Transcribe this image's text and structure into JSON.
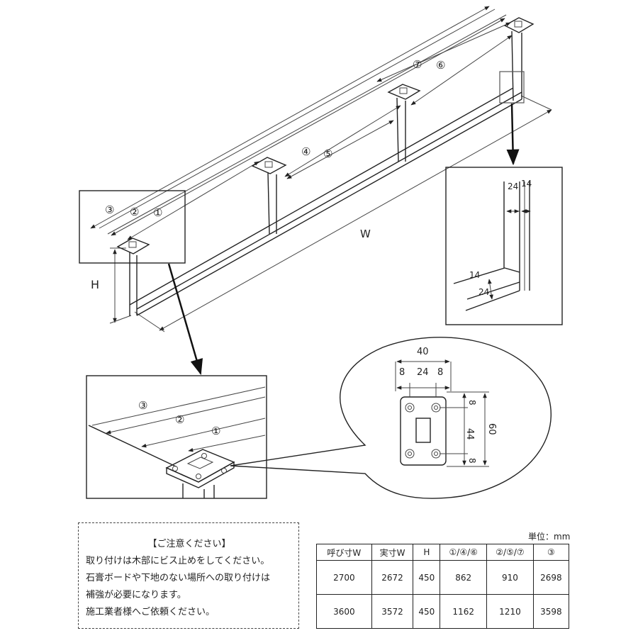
{
  "diagram": {
    "main_labels": {
      "c1": "①",
      "c2": "②",
      "c3": "③",
      "c4": "④",
      "c5": "⑤",
      "c6": "⑥",
      "c7": "⑦",
      "w": "W",
      "h": "H"
    },
    "side_detail": {
      "d24": "24",
      "d14": "14",
      "e14": "14",
      "e24": "24"
    },
    "plate_detail": {
      "w40": "40",
      "w8a": "8",
      "w24": "24",
      "w8b": "8",
      "h8a": "8",
      "h44": "44",
      "h8b": "8",
      "h60": "60"
    },
    "zoom_labels": {
      "c3": "③",
      "c2": "②",
      "c1": "①"
    }
  },
  "notes": {
    "title": "【ご注意ください】",
    "lines": [
      "取り付けは木部にビス止めをしてください。",
      "石膏ボードや下地のない場所への取り付けは",
      "補強が必要になります。",
      "施工業者様へご依頼ください。"
    ]
  },
  "unit_label": "単位：mm",
  "table": {
    "headers": [
      "呼び寸W",
      "実寸W",
      "H",
      "①/④/⑥",
      "②/⑤/⑦",
      "③"
    ],
    "rows": [
      [
        "2700",
        "2672",
        "450",
        "862",
        "910",
        "2698"
      ],
      [
        "3600",
        "3572",
        "450",
        "1162",
        "1210",
        "3598"
      ]
    ]
  }
}
